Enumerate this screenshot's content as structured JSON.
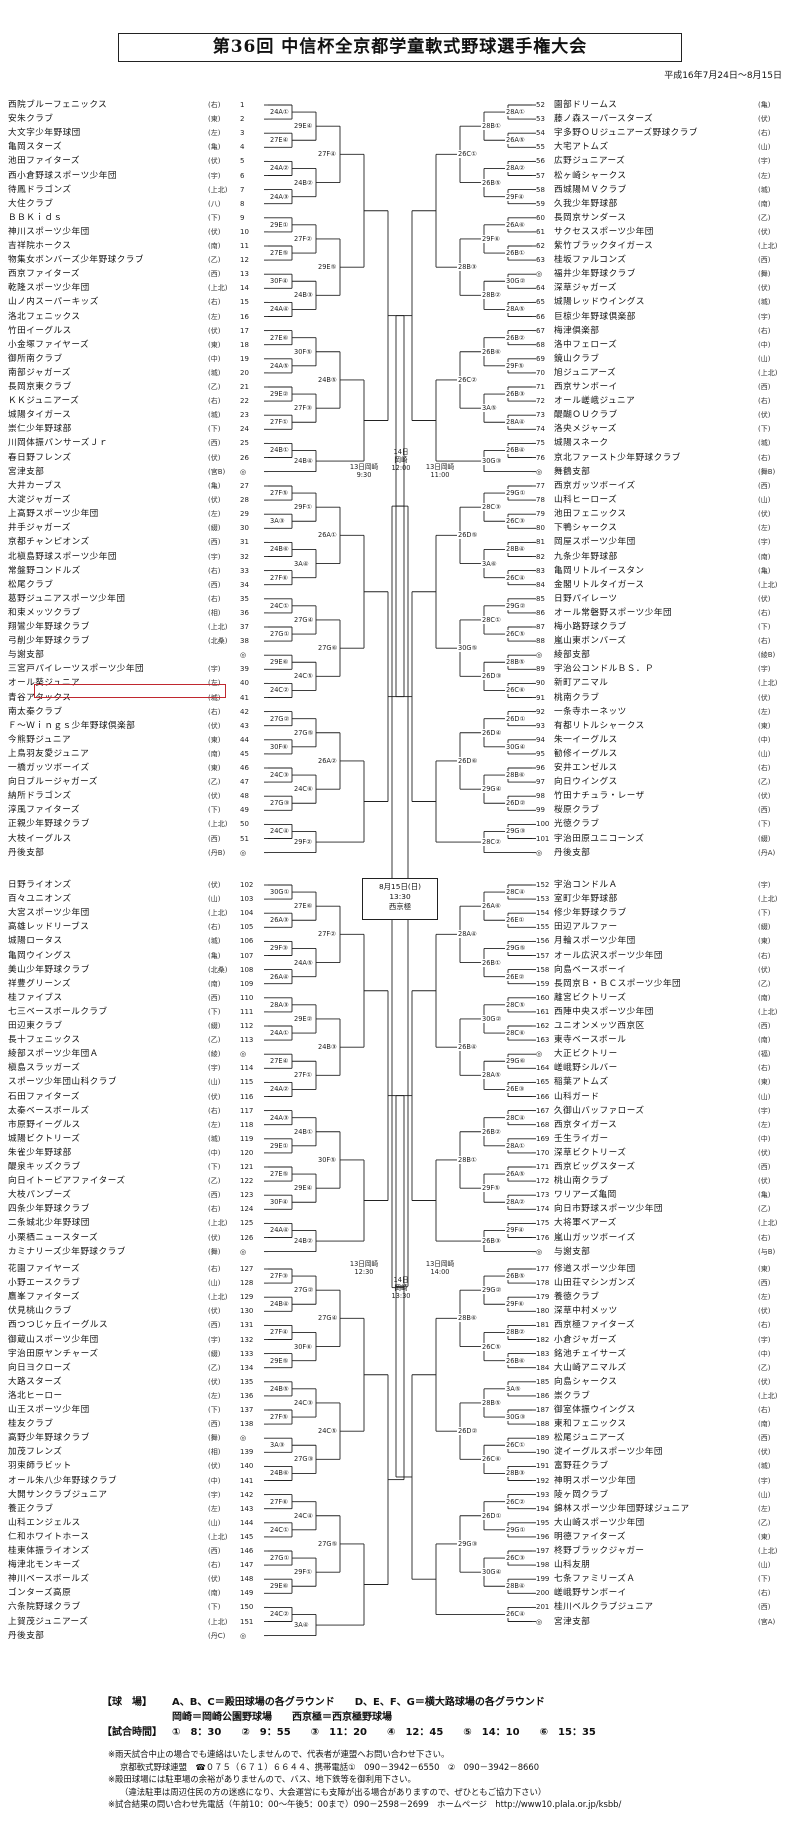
{
  "title": "第36回 中信杯全京都学童軟式野球選手権大会",
  "period": "平成16年7月24日～8月15日",
  "left_top": [
    {
      "no": "1",
      "name": "西院ブルーフェニックス",
      "area": "(右)"
    },
    {
      "no": "2",
      "name": "安朱クラブ",
      "area": "(東)"
    },
    {
      "no": "3",
      "name": "大文字少年野球団",
      "area": "(左)"
    },
    {
      "no": "4",
      "name": "亀岡スターズ",
      "area": "(亀)"
    },
    {
      "no": "5",
      "name": "池田ファイターズ",
      "area": "(伏)"
    },
    {
      "no": "6",
      "name": "西小倉野球スポーツ少年団",
      "area": "(宇)"
    },
    {
      "no": "7",
      "name": "待鳳ドラゴンズ",
      "area": "(上北)"
    },
    {
      "no": "8",
      "name": "大住クラブ",
      "area": "(八)"
    },
    {
      "no": "9",
      "name": "ＢＢＫｉｄｓ",
      "area": "(下)"
    },
    {
      "no": "10",
      "name": "神川スポーツ少年団",
      "area": "(伏)"
    },
    {
      "no": "11",
      "name": "吉祥院ホークス",
      "area": "(南)"
    },
    {
      "no": "12",
      "name": "物集女ボンバーズ少年野球クラブ",
      "area": "(乙)"
    },
    {
      "no": "13",
      "name": "西京ファイターズ",
      "area": "(西)"
    },
    {
      "no": "14",
      "name": "乾隆スポーツ少年団",
      "area": "(上北)"
    },
    {
      "no": "15",
      "name": "山ノ内スーパーキッズ",
      "area": "(右)"
    },
    {
      "no": "16",
      "name": "洛北フェニックス",
      "area": "(左)"
    },
    {
      "no": "17",
      "name": "竹田イーグルス",
      "area": "(伏)"
    },
    {
      "no": "18",
      "name": "小金塚ファイヤーズ",
      "area": "(東)"
    },
    {
      "no": "19",
      "name": "御所南クラブ",
      "area": "(中)"
    },
    {
      "no": "20",
      "name": "南部ジャガーズ",
      "area": "(城)"
    },
    {
      "no": "21",
      "name": "長岡京東クラブ",
      "area": "(乙)"
    },
    {
      "no": "22",
      "name": "ＫＫジュニアーズ",
      "area": "(右)"
    },
    {
      "no": "23",
      "name": "城陽タイガース",
      "area": "(城)"
    },
    {
      "no": "24",
      "name": "崇仁少年野球部",
      "area": "(下)"
    },
    {
      "no": "25",
      "name": "川岡体振パンサーズＪｒ",
      "area": "(西)"
    },
    {
      "no": "26",
      "name": "春日野フレンズ",
      "area": "(伏)"
    },
    {
      "no": "◎",
      "name": "宮津支部",
      "area": "(宮B)"
    }
  ],
  "left_top2": [
    {
      "no": "27",
      "name": "大井カープス",
      "area": "(亀)"
    },
    {
      "no": "28",
      "name": "大淀ジャガーズ",
      "area": "(伏)"
    },
    {
      "no": "29",
      "name": "上高野スポーツ少年団",
      "area": "(左)"
    },
    {
      "no": "30",
      "name": "井手ジャガーズ",
      "area": "(綴)"
    },
    {
      "no": "31",
      "name": "京都チャンピオンズ",
      "area": "(西)"
    },
    {
      "no": "32",
      "name": "北槇島野球スポーツ少年団",
      "area": "(宇)"
    },
    {
      "no": "33",
      "name": "常盤野コンドルズ",
      "area": "(右)"
    },
    {
      "no": "34",
      "name": "松尾クラブ",
      "area": "(西)"
    },
    {
      "no": "35",
      "name": "葛野ジュニアスポーツ少年団",
      "area": "(右)"
    },
    {
      "no": "36",
      "name": "和束メッツクラブ",
      "area": "(相)"
    },
    {
      "no": "37",
      "name": "翔鸞少年野球クラブ",
      "area": "(上北)"
    },
    {
      "no": "38",
      "name": "弓削少年野球クラブ",
      "area": "(北桑)"
    },
    {
      "no": "◎",
      "name": "与謝支部",
      "area": ""
    },
    {
      "no": "39",
      "name": "三宮戸パイレーツスポーツ少年団",
      "area": "(宇)"
    },
    {
      "no": "40",
      "name": "オール葵ジュニア",
      "area": "(左)"
    },
    {
      "no": "41",
      "name": "青谷アタックス",
      "area": "(城)"
    },
    {
      "no": "42",
      "name": "南太秦クラブ",
      "area": "(右)"
    },
    {
      "no": "43",
      "name": "Ｆ～Ｗｉｎｇｓ少年野球倶楽部",
      "area": "(伏)"
    },
    {
      "no": "44",
      "name": "今熊野ジュニア",
      "area": "(東)"
    },
    {
      "no": "45",
      "name": "上鳥羽友愛ジュニア",
      "area": "(南)"
    },
    {
      "no": "46",
      "name": "一橋ガッツボーイズ",
      "area": "(東)"
    },
    {
      "no": "47",
      "name": "向日ブルージャガーズ",
      "area": "(乙)"
    },
    {
      "no": "48",
      "name": "納所ドラゴンズ",
      "area": "(伏)"
    },
    {
      "no": "49",
      "name": "淳風ファイターズ",
      "area": "(下)"
    },
    {
      "no": "50",
      "name": "正親少年野球クラブ",
      "area": "(上北)"
    },
    {
      "no": "51",
      "name": "大枝イーグルス",
      "area": "(西)"
    },
    {
      "no": "◎",
      "name": "丹後支部",
      "area": "(丹B)"
    }
  ],
  "right_top": [
    {
      "no": "52",
      "name": "園部ドリームス",
      "area": "(亀)"
    },
    {
      "no": "53",
      "name": "藤ノ森スーパースターズ",
      "area": "(伏)"
    },
    {
      "no": "54",
      "name": "宇多野ＯＵジュニアーズ野球クラブ",
      "area": "(右)"
    },
    {
      "no": "55",
      "name": "大宅アトムズ",
      "area": "(山)"
    },
    {
      "no": "56",
      "name": "広野ジュニアーズ",
      "area": "(宇)"
    },
    {
      "no": "57",
      "name": "松ヶ崎シャークス",
      "area": "(左)"
    },
    {
      "no": "58",
      "name": "西城陽ＭＶクラブ",
      "area": "(城)"
    },
    {
      "no": "59",
      "name": "久我少年野球部",
      "area": "(南)"
    },
    {
      "no": "60",
      "name": "長岡京サンダース",
      "area": "(乙)"
    },
    {
      "no": "61",
      "name": "サクセススポーツ少年団",
      "area": "(伏)"
    },
    {
      "no": "62",
      "name": "紫竹ブラックタイガース",
      "area": "(上北)"
    },
    {
      "no": "63",
      "name": "桂坂ファルコンズ",
      "area": "(西)"
    },
    {
      "no": "◎",
      "name": "福井少年野球クラブ",
      "area": "(舞)"
    },
    {
      "no": "64",
      "name": "深草ジャガーズ",
      "area": "(伏)"
    },
    {
      "no": "65",
      "name": "城陽レッドウイングス",
      "area": "(城)"
    },
    {
      "no": "66",
      "name": "巨椋少年野球倶楽部",
      "area": "(宇)"
    },
    {
      "no": "67",
      "name": "梅津俱楽部",
      "area": "(右)"
    },
    {
      "no": "68",
      "name": "洛中フェローズ",
      "area": "(中)"
    },
    {
      "no": "69",
      "name": "鏡山クラブ",
      "area": "(山)"
    },
    {
      "no": "70",
      "name": "旭ジュニアーズ",
      "area": "(上北)"
    },
    {
      "no": "71",
      "name": "西京サンボーイ",
      "area": "(西)"
    },
    {
      "no": "72",
      "name": "オール嵯峨ジュニア",
      "area": "(右)"
    },
    {
      "no": "73",
      "name": "醍醐ＯＵクラブ",
      "area": "(伏)"
    },
    {
      "no": "74",
      "name": "洛央メジャーズ",
      "area": "(下)"
    },
    {
      "no": "75",
      "name": "城陽スネーク",
      "area": "(城)"
    },
    {
      "no": "76",
      "name": "京北ファースト少年野球クラブ",
      "area": "(右)"
    },
    {
      "no": "◎",
      "name": "舞鶴支部",
      "area": "(舞B)"
    }
  ],
  "right_top2": [
    {
      "no": "77",
      "name": "西京ガッツボーイズ",
      "area": "(西)"
    },
    {
      "no": "78",
      "name": "山科ヒーローズ",
      "area": "(山)"
    },
    {
      "no": "79",
      "name": "池田フェニックス",
      "area": "(伏)"
    },
    {
      "no": "80",
      "name": "下鴨シャークス",
      "area": "(左)"
    },
    {
      "no": "81",
      "name": "岡屋スポーツ少年団",
      "area": "(宇)"
    },
    {
      "no": "82",
      "name": "九条少年野球部",
      "area": "(南)"
    },
    {
      "no": "83",
      "name": "亀岡リトルイースタン",
      "area": "(亀)"
    },
    {
      "no": "84",
      "name": "金閣リトルタイガース",
      "area": "(上北)"
    },
    {
      "no": "85",
      "name": "日野パイレーツ",
      "area": "(伏)"
    },
    {
      "no": "86",
      "name": "オール常磐野スポーツ少年団",
      "area": "(右)"
    },
    {
      "no": "87",
      "name": "梅小路野球クラブ",
      "area": "(下)"
    },
    {
      "no": "88",
      "name": "嵐山東ボンバーズ",
      "area": "(右)"
    },
    {
      "no": "◎",
      "name": "綾部支部",
      "area": "(綾B)"
    },
    {
      "no": "89",
      "name": "宇治公コンドルＢＳ．Ｐ",
      "area": "(宇)"
    },
    {
      "no": "90",
      "name": "新町アニマル",
      "area": "(上北)"
    },
    {
      "no": "91",
      "name": "桃南クラブ",
      "area": "(伏)"
    },
    {
      "no": "92",
      "name": "一条寺ホーネッツ",
      "area": "(左)"
    },
    {
      "no": "93",
      "name": "有都リトルシャークス",
      "area": "(東)"
    },
    {
      "no": "94",
      "name": "朱一イーグルス",
      "area": "(中)"
    },
    {
      "no": "95",
      "name": "勧修イーグルス",
      "area": "(山)"
    },
    {
      "no": "96",
      "name": "安井エンゼルス",
      "area": "(右)"
    },
    {
      "no": "97",
      "name": "向日ウイングス",
      "area": "(乙)"
    },
    {
      "no": "98",
      "name": "竹田ナチュラ・レーザ",
      "area": "(伏)"
    },
    {
      "no": "99",
      "name": "桜原クラブ",
      "area": "(西)"
    },
    {
      "no": "100",
      "name": "光徳クラブ",
      "area": "(下)"
    },
    {
      "no": "101",
      "name": "宇治田原ユニコーンズ",
      "area": "(綴)"
    },
    {
      "no": "◎",
      "name": "丹後支部",
      "area": "(丹A)"
    }
  ],
  "left_bottom": [
    {
      "no": "102",
      "name": "日野ライオンズ",
      "area": "(伏)"
    },
    {
      "no": "103",
      "name": "百々ユニオンズ",
      "area": "(山)"
    },
    {
      "no": "104",
      "name": "大宮スポーツ少年団",
      "area": "(上北)"
    },
    {
      "no": "105",
      "name": "高雄レッドリーブス",
      "area": "(右)"
    },
    {
      "no": "106",
      "name": "城陽ロータス",
      "area": "(城)"
    },
    {
      "no": "107",
      "name": "亀岡ウイングス",
      "area": "(亀)"
    },
    {
      "no": "108",
      "name": "美山少年野球クラブ",
      "area": "(北桑)"
    },
    {
      "no": "109",
      "name": "祥豊グリーンズ",
      "area": "(南)"
    },
    {
      "no": "110",
      "name": "桂ファイブス",
      "area": "(西)"
    },
    {
      "no": "111",
      "name": "七三ベースボールクラブ",
      "area": "(下)"
    },
    {
      "no": "112",
      "name": "田辺東クラブ",
      "area": "(綴)"
    },
    {
      "no": "113",
      "name": "長十フェニックス",
      "area": "(乙)"
    },
    {
      "no": "◎",
      "name": "綾部スポーツ少年団Ａ",
      "area": "(綾)"
    },
    {
      "no": "114",
      "name": "槇島スラッガーズ",
      "area": "(宇)"
    },
    {
      "no": "115",
      "name": "スポーツ少年団山科クラブ",
      "area": "(山)"
    },
    {
      "no": "116",
      "name": "石田ファイターズ",
      "area": "(伏)"
    },
    {
      "no": "117",
      "name": "太秦ベースボールズ",
      "area": "(右)"
    },
    {
      "no": "118",
      "name": "市原野イーグルス",
      "area": "(左)"
    },
    {
      "no": "119",
      "name": "城陽ビクトリーズ",
      "area": "(城)"
    },
    {
      "no": "120",
      "name": "朱雀少年野球部",
      "area": "(中)"
    },
    {
      "no": "121",
      "name": "醍泉キッズクラブ",
      "area": "(下)"
    },
    {
      "no": "122",
      "name": "向日イトーピアファイターズ",
      "area": "(乙)"
    },
    {
      "no": "123",
      "name": "大枝パンプーズ",
      "area": "(西)"
    },
    {
      "no": "124",
      "name": "四条少年野球クラブ",
      "area": "(右)"
    },
    {
      "no": "125",
      "name": "二条城北少年野球団",
      "area": "(上北)"
    },
    {
      "no": "126",
      "name": "小栗栖ニュースターズ",
      "area": "(伏)"
    },
    {
      "no": "◎",
      "name": "カミナリーズ少年野球クラブ",
      "area": "(舞)"
    }
  ],
  "left_bottom2": [
    {
      "no": "127",
      "name": "花園ファイヤーズ",
      "area": "(右)"
    },
    {
      "no": "128",
      "name": "小野エースクラブ",
      "area": "(山)"
    },
    {
      "no": "129",
      "name": "鷹峯ファイターズ",
      "area": "(上北)"
    },
    {
      "no": "130",
      "name": "伏見桃山クラブ",
      "area": "(伏)"
    },
    {
      "no": "131",
      "name": "西つつじヶ丘イーグルス",
      "area": "(西)"
    },
    {
      "no": "132",
      "name": "御蔵山スポーツ少年団",
      "area": "(宇)"
    },
    {
      "no": "133",
      "name": "宇治田原ヤンチャーズ",
      "area": "(綴)"
    },
    {
      "no": "134",
      "name": "向日ヨクローズ",
      "area": "(乙)"
    },
    {
      "no": "135",
      "name": "大路スターズ",
      "area": "(伏)"
    },
    {
      "no": "136",
      "name": "洛北ヒーロー",
      "area": "(左)"
    },
    {
      "no": "137",
      "name": "山王スポーツ少年団",
      "area": "(下)"
    },
    {
      "no": "138",
      "name": "桂友クラブ",
      "area": "(西)"
    },
    {
      "no": "◎",
      "name": "高野少年野球クラブ",
      "area": "(舞)"
    },
    {
      "no": "139",
      "name": "加茂フレンズ",
      "area": "(相)"
    },
    {
      "no": "140",
      "name": "羽束師ラビット",
      "area": "(伏)"
    },
    {
      "no": "141",
      "name": "オール朱八少年野球クラブ",
      "area": "(中)"
    },
    {
      "no": "142",
      "name": "大開サンクラブジュニア",
      "area": "(宇)"
    },
    {
      "no": "143",
      "name": "養正クラブ",
      "area": "(左)"
    },
    {
      "no": "144",
      "name": "山科エンジェルス",
      "area": "(山)"
    },
    {
      "no": "145",
      "name": "仁和ホワイトホース",
      "area": "(上北)"
    },
    {
      "no": "146",
      "name": "桂東体振ライオンズ",
      "area": "(西)"
    },
    {
      "no": "147",
      "name": "梅津北モンキーズ",
      "area": "(右)"
    },
    {
      "no": "148",
      "name": "神川ベースボールズ",
      "area": "(伏)"
    },
    {
      "no": "149",
      "name": "ゴンターズ高原",
      "area": "(南)"
    },
    {
      "no": "150",
      "name": "六条院野球クラブ",
      "area": "(下)"
    },
    {
      "no": "151",
      "name": "上賀茂ジュニアーズ",
      "area": "(上北)"
    },
    {
      "no": "◎",
      "name": "丹後支部",
      "area": "(丹C)"
    }
  ],
  "right_bottom": [
    {
      "no": "152",
      "name": "宇治コンドルＡ",
      "area": "(宇)"
    },
    {
      "no": "153",
      "name": "室町少年野球部",
      "area": "(上北)"
    },
    {
      "no": "154",
      "name": "修少年野球クラブ",
      "area": "(下)"
    },
    {
      "no": "155",
      "name": "田辺アルファー",
      "area": "(綴)"
    },
    {
      "no": "156",
      "name": "月輪スポーツ少年団",
      "area": "(東)"
    },
    {
      "no": "157",
      "name": "オール広沢スポーツ少年団",
      "area": "(右)"
    },
    {
      "no": "158",
      "name": "向島ベースボーイ",
      "area": "(伏)"
    },
    {
      "no": "159",
      "name": "長岡京Ｂ・ＢＣスポーツ少年団",
      "area": "(乙)"
    },
    {
      "no": "160",
      "name": "離宮ビクトリーズ",
      "area": "(南)"
    },
    {
      "no": "161",
      "name": "西陣中央スポーツ少年団",
      "area": "(上北)"
    },
    {
      "no": "162",
      "name": "ユニオンメッツ西京区",
      "area": "(西)"
    },
    {
      "no": "163",
      "name": "東寺ベースボール",
      "area": "(南)"
    },
    {
      "no": "◎",
      "name": "大正ビクトリー",
      "area": "(福)"
    },
    {
      "no": "164",
      "name": "嵯峨野シルバー",
      "area": "(右)"
    },
    {
      "no": "165",
      "name": "稲葉アトムズ",
      "area": "(東)"
    },
    {
      "no": "166",
      "name": "山科ガード",
      "area": "(山)"
    },
    {
      "no": "167",
      "name": "久御山バッファローズ",
      "area": "(宇)"
    },
    {
      "no": "168",
      "name": "西京タイガース",
      "area": "(左)"
    },
    {
      "no": "169",
      "name": "壬生ライガー",
      "area": "(中)"
    },
    {
      "no": "170",
      "name": "深草ビクトリーズ",
      "area": "(伏)"
    },
    {
      "no": "171",
      "name": "西京ビッグスターズ",
      "area": "(西)"
    },
    {
      "no": "172",
      "name": "桃山南クラブ",
      "area": "(伏)"
    },
    {
      "no": "173",
      "name": "ワリアーズ亀岡",
      "area": "(亀)"
    },
    {
      "no": "174",
      "name": "向日市野球スポーツ少年団",
      "area": "(乙)"
    },
    {
      "no": "175",
      "name": "大将軍ベアーズ",
      "area": "(上北)"
    },
    {
      "no": "176",
      "name": "嵐山ガッツボーイズ",
      "area": "(右)"
    },
    {
      "no": "◎",
      "name": "与謝支部",
      "area": "(与B)"
    }
  ],
  "right_bottom2": [
    {
      "no": "177",
      "name": "修道スポーツ少年団",
      "area": "(東)"
    },
    {
      "no": "178",
      "name": "山田荘マシンガンズ",
      "area": "(西)"
    },
    {
      "no": "179",
      "name": "養徳クラブ",
      "area": "(左)"
    },
    {
      "no": "180",
      "name": "深草中村メッツ",
      "area": "(伏)"
    },
    {
      "no": "181",
      "name": "西京極ファイターズ",
      "area": "(右)"
    },
    {
      "no": "182",
      "name": "小倉ジャガーズ",
      "area": "(宇)"
    },
    {
      "no": "183",
      "name": "銘池チェイサーズ",
      "area": "(中)"
    },
    {
      "no": "184",
      "name": "大山崎アニマルズ",
      "area": "(乙)"
    },
    {
      "no": "185",
      "name": "向島シャークス",
      "area": "(伏)"
    },
    {
      "no": "186",
      "name": "崇クラブ",
      "area": "(上北)"
    },
    {
      "no": "187",
      "name": "御室体振ウイングス",
      "area": "(右)"
    },
    {
      "no": "188",
      "name": "東和フェニックス",
      "area": "(南)"
    },
    {
      "no": "189",
      "name": "松尾ジュニアーズ",
      "area": "(西)"
    },
    {
      "no": "190",
      "name": "淀イーグルスポーツ少年団",
      "area": "(伏)"
    },
    {
      "no": "191",
      "name": "富野荘クラブ",
      "area": "(城)"
    },
    {
      "no": "192",
      "name": "神明スポーツ少年団",
      "area": "(宇)"
    },
    {
      "no": "193",
      "name": "陵ヶ岡クラブ",
      "area": "(山)"
    },
    {
      "no": "194",
      "name": "錦林スポーツ少年団野球ジュニア",
      "area": "(左)"
    },
    {
      "no": "195",
      "name": "大山崎スポーツ少年団",
      "area": "(乙)"
    },
    {
      "no": "196",
      "name": "明德ファイターズ",
      "area": "(東)"
    },
    {
      "no": "197",
      "name": "柊野ブラックジャガー",
      "area": "(上北)"
    },
    {
      "no": "198",
      "name": "山科友朋",
      "area": "(山)"
    },
    {
      "no": "199",
      "name": "七条ファミリーズＡ",
      "area": "(下)"
    },
    {
      "no": "200",
      "name": "嵯峨野サンボーイ",
      "area": "(右)"
    },
    {
      "no": "201",
      "name": "桂川ベルクラブジュニア",
      "area": "(西)"
    },
    {
      "no": "◎",
      "name": "宮津支部",
      "area": "(宮A)"
    }
  ],
  "games_left": [
    "24A①",
    "27E④",
    "24A②",
    "24A③",
    "29E①",
    "27E⑤",
    "30F④",
    "24A④",
    "27E⑥",
    "24A⑤",
    "29E②",
    "27F①",
    "24B①",
    "29E④",
    "24B②",
    "27F②",
    "24B③",
    "30F⑤",
    "27F③",
    "24B④",
    "27F④",
    "29E⑤",
    "24B⑤",
    "27F⑤",
    "3A③",
    "24B⑥",
    "27F⑥",
    "24C①",
    "27G①",
    "29E⑥",
    "24C②",
    "27G②",
    "30F⑥",
    "24C③",
    "27G③",
    "24C④",
    "29F①",
    "3A④",
    "27G④",
    "24C⑤",
    "27G⑤",
    "24C⑥",
    "29F②",
    "26A①",
    "27G⑥",
    "26A②",
    "30G①",
    "26A③",
    "29F③",
    "26A④",
    "28A③"
  ],
  "games_right": [
    "28A①",
    "26A⑤",
    "28A②",
    "29F④",
    "26A⑥",
    "26B①",
    "30G②",
    "28A⑤",
    "26B②",
    "29F⑤",
    "26B③",
    "28A④",
    "26B④",
    "28B①",
    "26B⑤",
    "29F⑥",
    "28B②",
    "26B⑥",
    "3A⑤",
    "30G③",
    "26C①",
    "28B③",
    "26C②",
    "29G①",
    "26C③",
    "28B④",
    "26C④",
    "29G②",
    "26C⑤",
    "28B⑤",
    "26C⑥",
    "26D①",
    "30G④",
    "28B⑥",
    "26D②",
    "29G③",
    "28C③",
    "3A⑥",
    "28C①",
    "26D③",
    "26D④",
    "29G④",
    "28C②",
    "26D⑤",
    "30G⑤",
    "26D⑥",
    "28C④",
    "26E①",
    "29G⑤",
    "26E②",
    "28C⑤",
    "28C⑥",
    "29G⑥",
    "26E③",
    "28C④"
  ],
  "schedule": {
    "semi_left_top": "13日岡崎\n9:30",
    "final_top": "14日\n岡崎\n12:00",
    "semi_right_top": "13日岡崎\n11:00",
    "semi_left_bottom": "13日岡崎\n12:30",
    "final_bottom": "14日\n岡崎\n13:30",
    "semi_right_bottom": "13日岡崎\n14:00"
  },
  "final": {
    "date": "8月15日(日)",
    "time": "13:30",
    "place": "西京極"
  },
  "legend": {
    "venue_label": "【球　場】",
    "venue_line1": "A、B、C＝殿田球場の各グラウンド　　D、E、F、G＝横大路球場の各グラウンド",
    "venue_line2": "岡崎＝岡崎公園野球場　　西京極＝西京極野球場",
    "time_label": "【試合時間】",
    "time_line": "①　8：30　　②　9：55　　③　11：20　　④　12：45　　⑤　14：10　　⑥　15：35"
  },
  "notes": [
    "※雨天試合中止の場合でも連絡はいたしませんので、代表者が連盟へお問い合わせ下さい。",
    "京都軟式野球連盟　☎０７５（６７１）６６４４、携帯電話①　090－3942－6550　②　090－3942－8660",
    "※殿田球場には駐車場の余裕がありませんので、バス、地下鉄等を御利用下さい。",
    "（違法駐車は周辺住民の方の迷惑になり、大会運営にも支障が出る場合がありますので、ぜひともご協力下さい）",
    "※試合結果の問い合わせ先電話（午前10：00～午後5：00まで）090－2598－2699　ホームページ　http://www10.plala.or.jp/ksbb/"
  ]
}
